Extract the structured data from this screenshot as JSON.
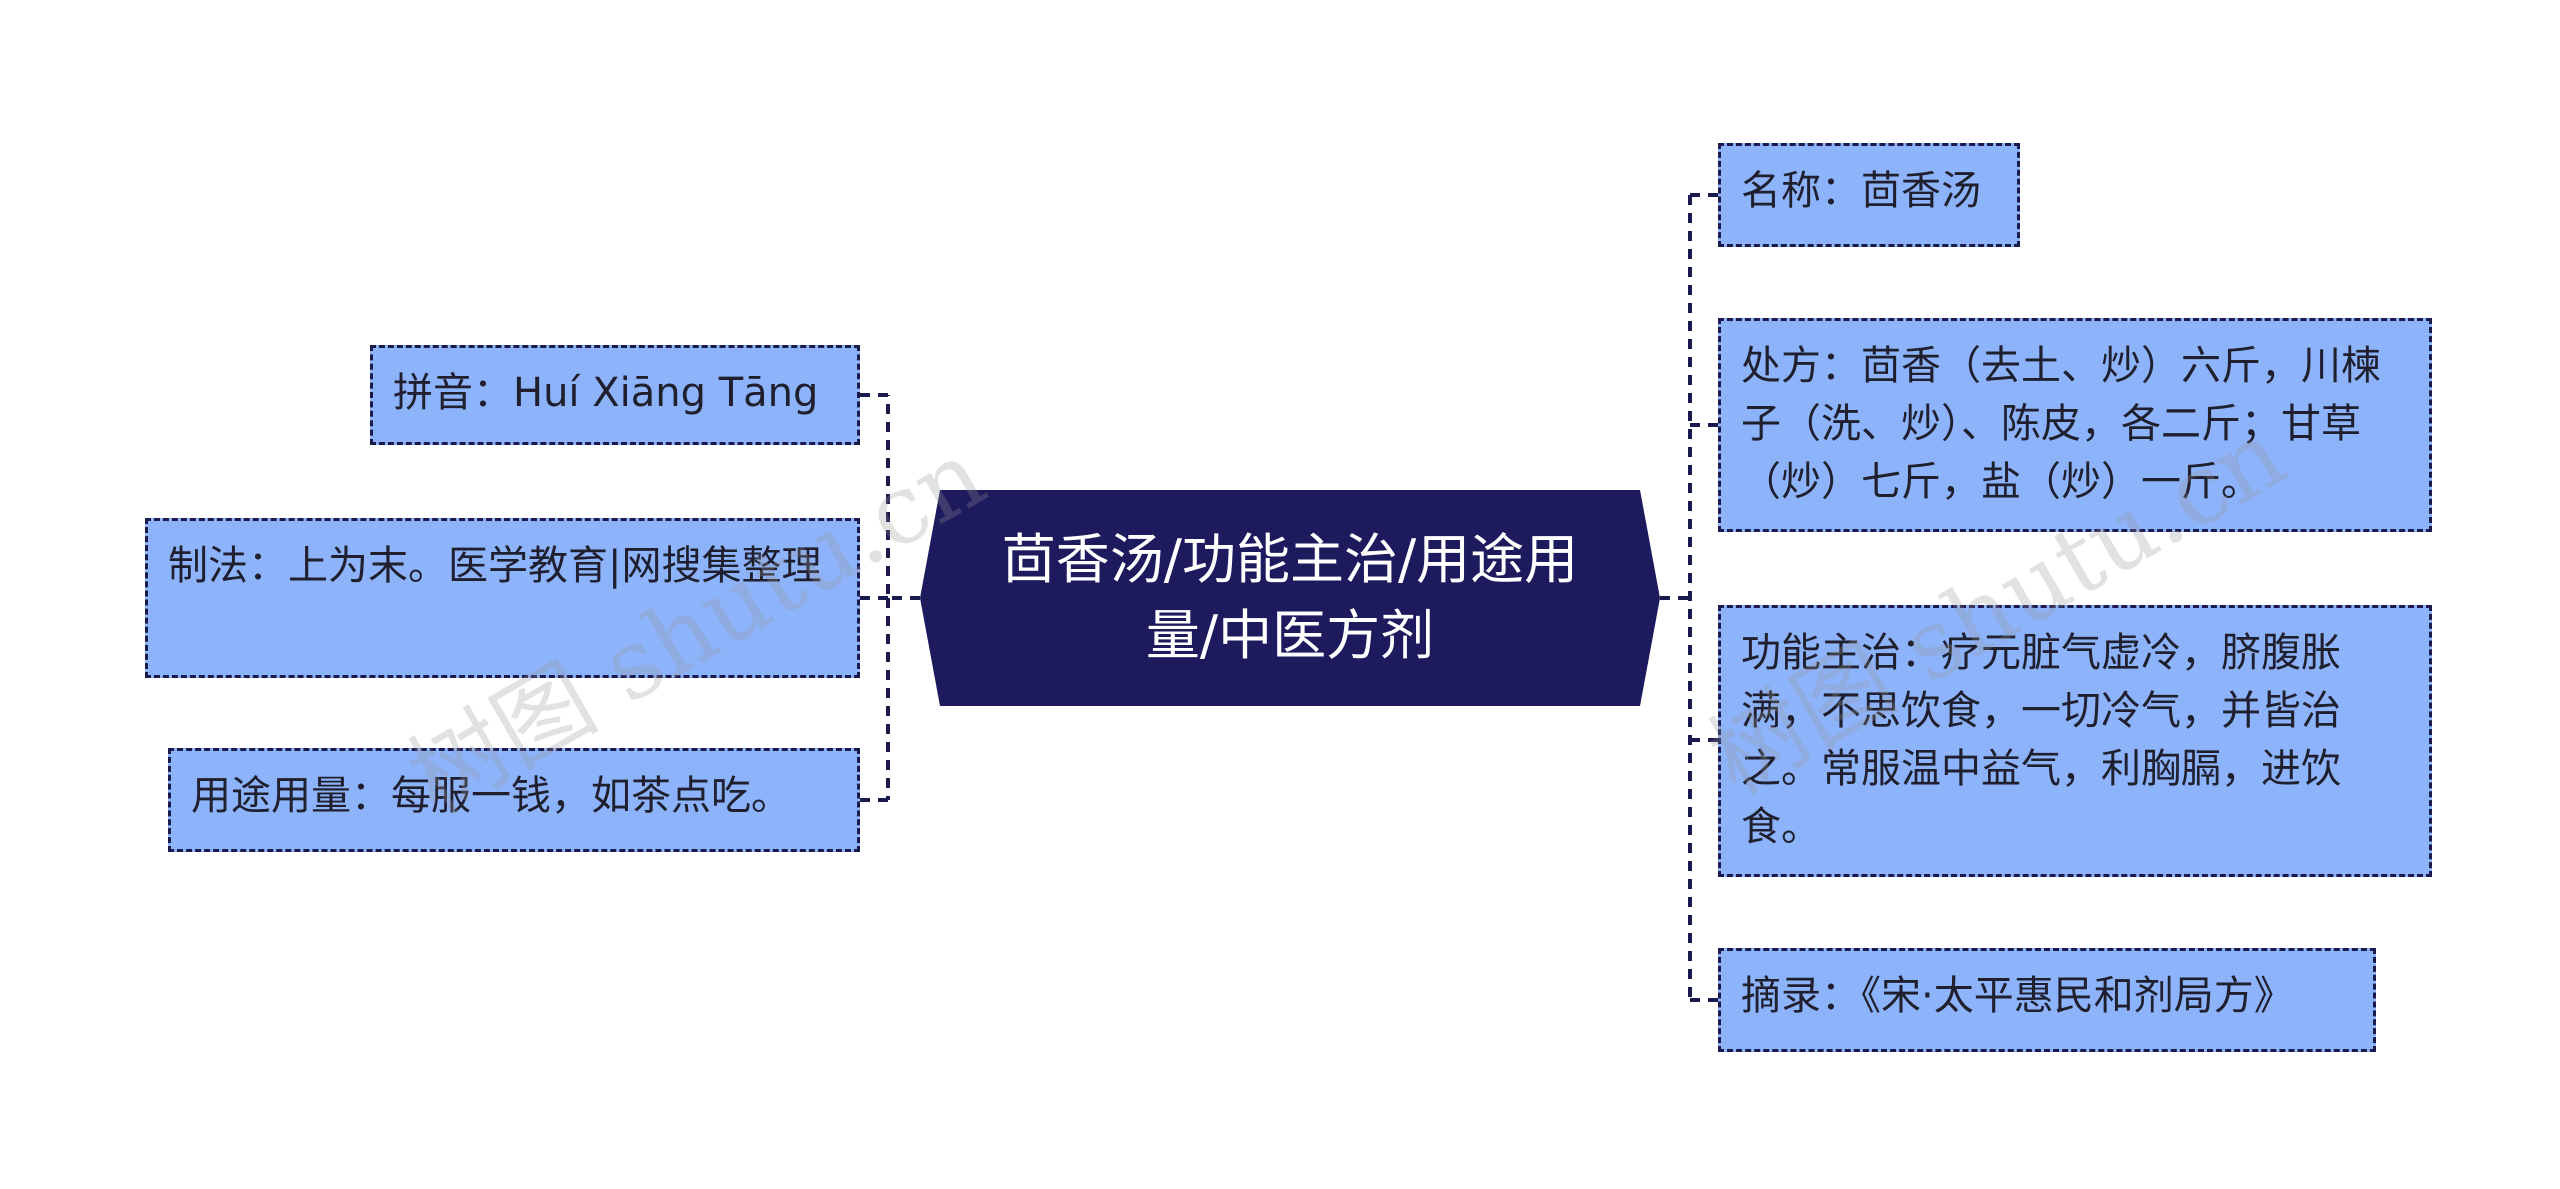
{
  "center": {
    "label": "茴香汤/功能主治/用途用量/中医方剂"
  },
  "left_nodes": [
    {
      "label": "拼音：Huí Xiāng Tāng"
    },
    {
      "label": "制法：上为末。医学教育|网搜集整理"
    },
    {
      "label": "用途用量：每服一钱，如茶点吃。"
    }
  ],
  "right_nodes": [
    {
      "label": "名称：茴香汤"
    },
    {
      "label": "处方：茴香（去土、炒）六斤，川楝子（洗、炒）、陈皮，各二斤；甘草（炒）七斤，盐（炒）一斤。"
    },
    {
      "label": "功能主治：疗元脏气虚冷，脐腹胀满，不思饮食，一切冷气，并皆治之。常服温中益气，利胸膈，进饮食。"
    },
    {
      "label": "摘录：《宋·太平惠民和剂局方》"
    }
  ],
  "watermarks": [
    "树图 shutu.cn",
    "树图 shutu.cn"
  ],
  "colors": {
    "center_fill": "#1d1a5e",
    "node_fill": "#8db3fb",
    "border": "#1a1a4f",
    "line": "#1a1a4f"
  }
}
